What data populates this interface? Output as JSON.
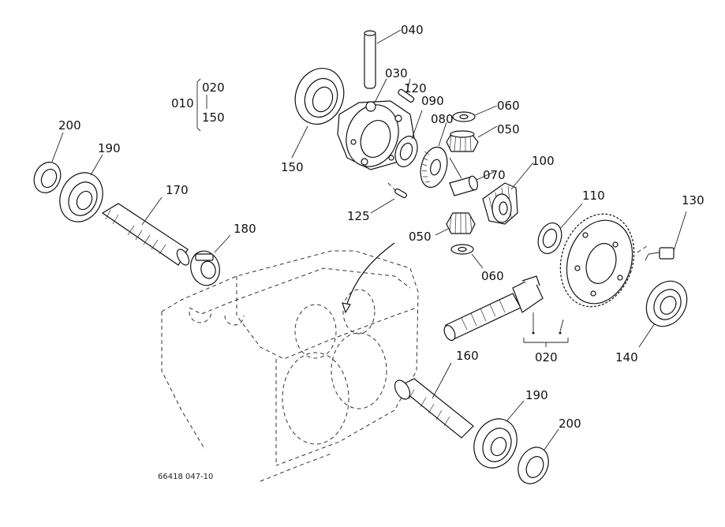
{
  "callouts": {
    "p040": "040",
    "p030": "030",
    "p120": "120",
    "p090": "090",
    "p060_top": "060",
    "p080": "080",
    "p050_top": "050",
    "p100": "100",
    "p070": "070",
    "p150": "150",
    "p110": "110",
    "p130": "130",
    "p125": "125",
    "p050_bottom": "050",
    "p060_bottom": "060",
    "p200_left": "200",
    "p190_left": "190",
    "p170": "170",
    "p180": "180",
    "p140": "140",
    "p020": "020",
    "p160": "160",
    "p190_right": "190",
    "p200_right": "200"
  },
  "assembly_key": {
    "parent": "010",
    "child_top": "020",
    "child_bottom": "150"
  },
  "drawing_code": "66418 047-10"
}
